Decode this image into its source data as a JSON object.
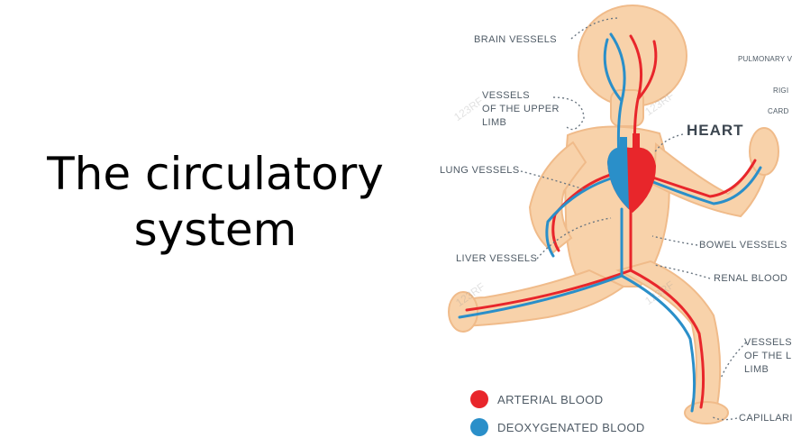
{
  "slide": {
    "title_line1": "The circulatory",
    "title_line2": "system"
  },
  "diagram": {
    "labels": {
      "brain_vessels": "BRAIN VESSELS",
      "upper_limb_1": "VESSELS",
      "upper_limb_2": "OF THE UPPER",
      "upper_limb_3": "LIMB",
      "lung_vessels": "LUNG VESSELS",
      "liver_vessels": "LIVER VESSELS",
      "heart": "HEART",
      "bowel_vessels": "BOWEL VESSELS",
      "renal_blood": "RENAL BLOOD",
      "lower_limb_1": "VESSELS",
      "lower_limb_2": "OF THE L",
      "lower_limb_3": "LIMB",
      "capillaries": "CAPILLARIE",
      "pulmonary": "PULMONARY V",
      "right": "RIGI",
      "cardiac": "CARD"
    },
    "legend": [
      {
        "label": "ARTERIAL BLOOD",
        "color": "#e8262b"
      },
      {
        "label": "DEOXYGENATED BLOOD",
        "color": "#2a8fc9"
      }
    ],
    "watermark": "123RF",
    "colors": {
      "skin": "#f8d2aa",
      "skin_outline": "#f0bb8a",
      "artery": "#e8262b",
      "vein": "#2a8fc9",
      "label_text": "#4f5b66"
    }
  }
}
